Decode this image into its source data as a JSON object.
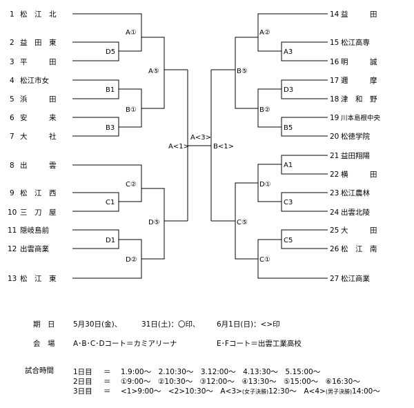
{
  "teams_left": [
    {
      "no": "1",
      "name": "松　江　北"
    },
    {
      "no": "2",
      "name": "益　田　東"
    },
    {
      "no": "3",
      "name": "平　　　田"
    },
    {
      "no": "4",
      "name": "松江市女"
    },
    {
      "no": "5",
      "name": "浜　　　田"
    },
    {
      "no": "6",
      "name": "安　　　来"
    },
    {
      "no": "7",
      "name": "大　　　社"
    },
    {
      "no": "8",
      "name": "出　　　雲"
    },
    {
      "no": "9",
      "name": "松　江　西"
    },
    {
      "no": "10",
      "name": "三　刀　屋"
    },
    {
      "no": "11",
      "name": "隠岐島前"
    },
    {
      "no": "12",
      "name": "出雲商業"
    },
    {
      "no": "13",
      "name": "松　江　東"
    }
  ],
  "teams_right": [
    {
      "no": "14",
      "name": "益　　　田"
    },
    {
      "no": "15",
      "name": "松江高専"
    },
    {
      "no": "16",
      "name": "明　　　誠"
    },
    {
      "no": "17",
      "name": "邇　　　摩"
    },
    {
      "no": "18",
      "name": "津　和　野"
    },
    {
      "no": "19",
      "name": "川本島根中央"
    },
    {
      "no": "20",
      "name": "松徳学院"
    },
    {
      "no": "21",
      "name": "益田翔陽"
    },
    {
      "no": "22",
      "name": "横　　　田"
    },
    {
      "no": "23",
      "name": "松江農林"
    },
    {
      "no": "24",
      "name": "出雲北陵"
    },
    {
      "no": "25",
      "name": "大　　　田"
    },
    {
      "no": "26",
      "name": "松　江　南"
    },
    {
      "no": "27",
      "name": "松江商業"
    }
  ],
  "matches_left": {
    "a1": "A①",
    "d5": "D5",
    "a5": "A⑤",
    "b1": "B1",
    "b1c": "B①",
    "b3": "B3",
    "c2": "C②",
    "c1": "C1",
    "d5c": "D⑤",
    "d1": "D1",
    "d2": "D②",
    "a_semi": "A<1>"
  },
  "matches_right": {
    "a2": "A②",
    "a3": "A3",
    "b5": "B⑤",
    "d3": "D3",
    "b2": "B②",
    "b5s": "B5",
    "a1s": "A1",
    "d1c": "D①",
    "c3": "C3",
    "c5": "C⑤",
    "c5s": "C5",
    "c1c": "C①",
    "b_semi": "B<1>"
  },
  "final_label": "A<3>",
  "schedule": {
    "date_label": "期　日",
    "dates": [
      "5月30日(金)、",
      "31日(土)：〇印、",
      "6月1日(日)：<>印"
    ],
    "venue_label": "会　場",
    "venue_1": "A･B･C･Dコート＝カミアリーナ",
    "venue_2": "E･Fコート＝出雲工業高校",
    "time_label": "試合時間",
    "days": [
      {
        "day": "1日目",
        "eq": "＝",
        "text": "1.9:00〜　2.10:30〜　3.12:00〜　4.13:30〜　5.15:00〜"
      },
      {
        "day": "2日目",
        "eq": "＝",
        "text": "①9:00〜　②10:30〜　③12:00〜　④13:30〜　⑤15:00〜　⑥16:30〜"
      },
      {
        "day": "3日目",
        "eq": "＝",
        "text_a": "<1>9:00〜　<2>10:30〜　A<3>",
        "note_a": "(女子決勝)",
        "text_b": "12:30〜　A<4>",
        "note_b": "(男子決勝)",
        "text_c": "14:00〜"
      }
    ]
  }
}
